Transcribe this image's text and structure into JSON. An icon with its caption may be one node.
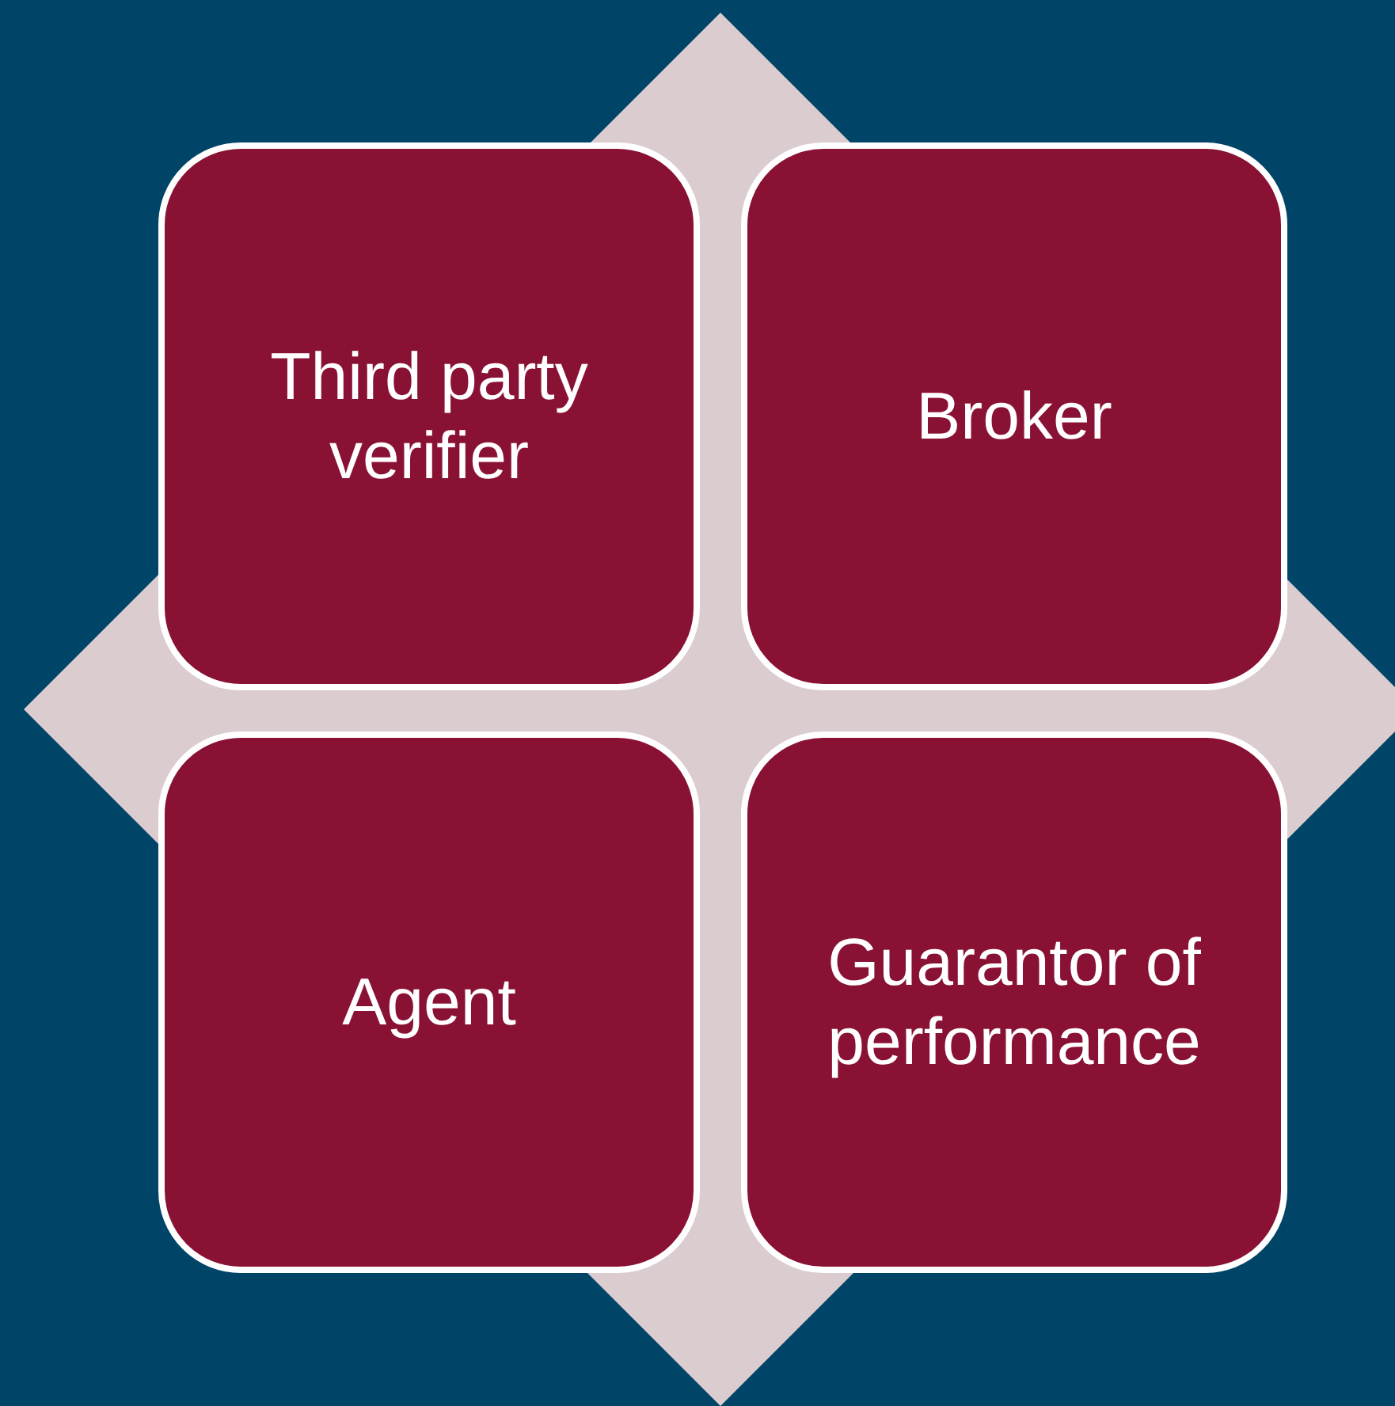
{
  "diagram": {
    "nodes": [
      {
        "text": [
          "Third party verifier"
        ]
      },
      {
        "text": [
          "Broker"
        ]
      },
      {
        "text": [
          "Agent"
        ]
      },
      {
        "text": [
          "Guarantor of performance"
        ]
      }
    ]
  }
}
